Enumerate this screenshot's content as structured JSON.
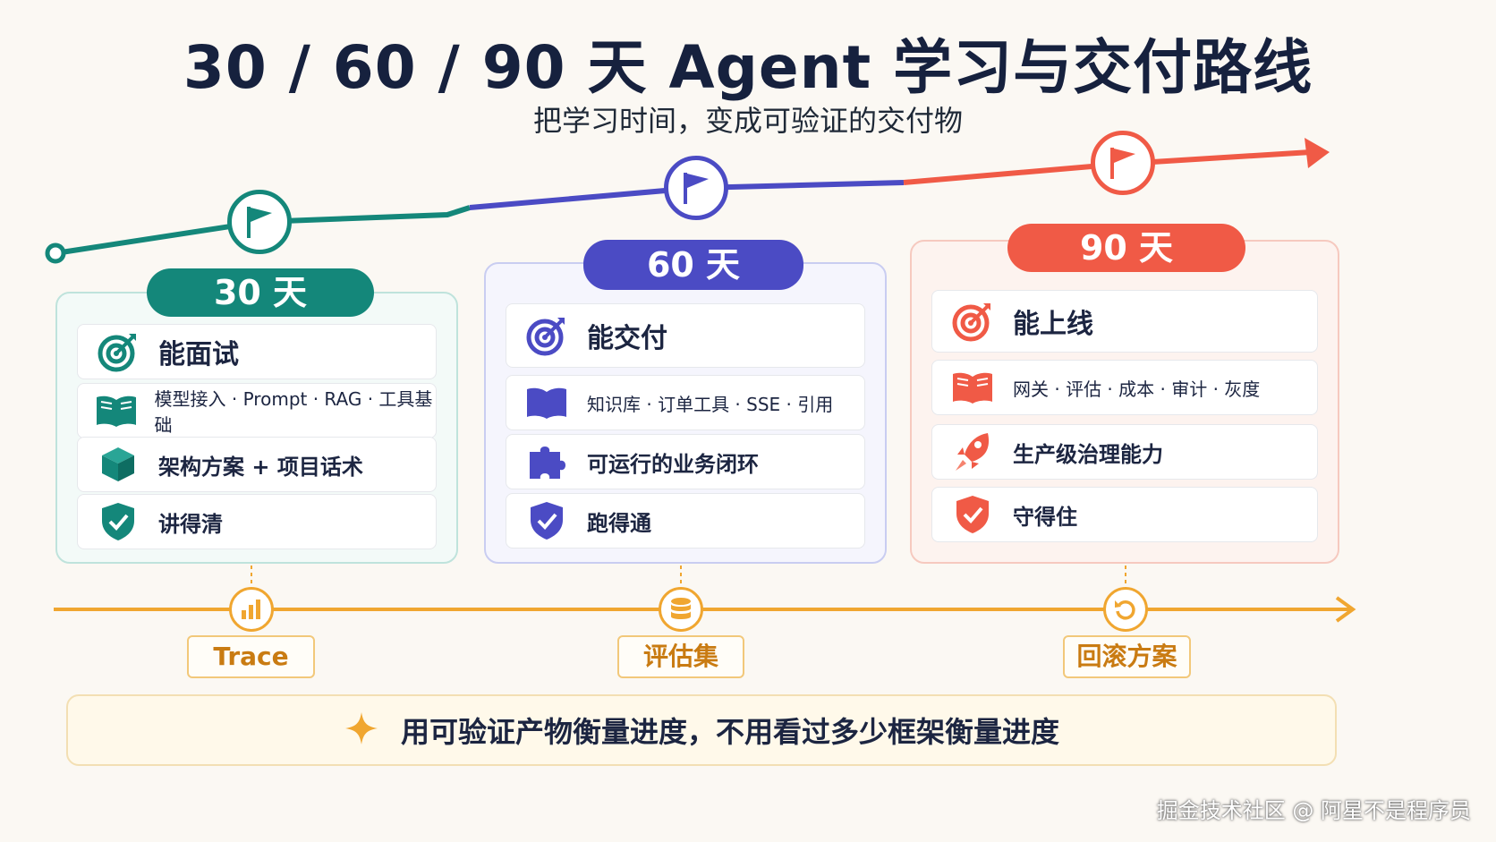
{
  "title": "30 / 60 / 90 天 Agent 学习与交付路线",
  "subtitle": "把学习时间，变成可验证的交付物",
  "colors": {
    "teal": "#14877a",
    "indigo": "#4b4bc4",
    "red": "#f05a46",
    "orange": "#f0a630"
  },
  "phases": [
    {
      "label": "30 天",
      "items": [
        {
          "icon": "target-icon",
          "text": "能面试"
        },
        {
          "icon": "book-icon",
          "text": "模型接入 · Prompt · RAG · 工具基础"
        },
        {
          "icon": "cube-icon",
          "text": "架构方案 + 项目话术"
        },
        {
          "icon": "shield-check-icon",
          "text": "讲得清"
        }
      ]
    },
    {
      "label": "60 天",
      "items": [
        {
          "icon": "target-icon",
          "text": "能交付"
        },
        {
          "icon": "book-icon",
          "text": "知识库 · 订单工具 · SSE · 引用"
        },
        {
          "icon": "puzzle-icon",
          "text": "可运行的业务闭环"
        },
        {
          "icon": "shield-check-icon",
          "text": "跑得通"
        }
      ]
    },
    {
      "label": "90 天",
      "items": [
        {
          "icon": "target-icon",
          "text": "能上线"
        },
        {
          "icon": "book-icon",
          "text": "网关 · 评估 · 成本 · 审计 · 灰度"
        },
        {
          "icon": "rocket-icon",
          "text": "生产级治理能力"
        },
        {
          "icon": "shield-check-icon",
          "text": "守得住"
        }
      ]
    }
  ],
  "milestones": [
    {
      "icon": "bar-chart-icon",
      "label": "Trace"
    },
    {
      "icon": "database-icon",
      "label": "评估集"
    },
    {
      "icon": "rollback-icon",
      "label": "回滚方案"
    }
  ],
  "banner": {
    "icon": "sparkle-icon",
    "text": "用可验证产物衡量进度，不用看过多少框架衡量进度"
  },
  "watermark": "掘金技术社区 @ 阿星不是程序员"
}
